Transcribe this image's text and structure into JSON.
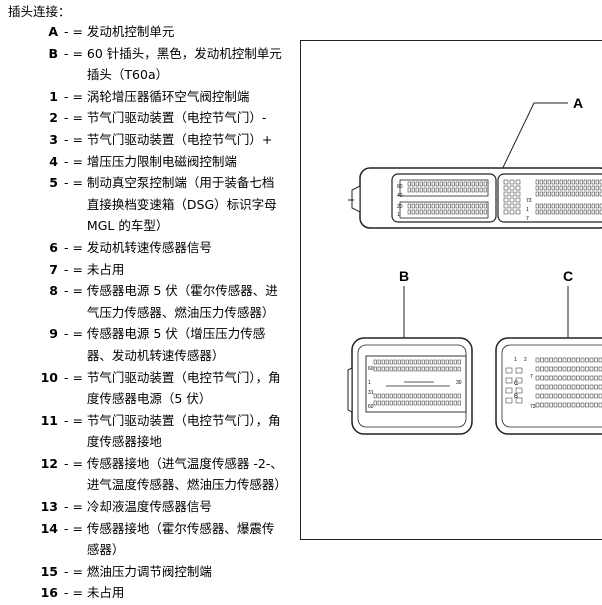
{
  "heading": "插头连接：",
  "separator": " - = ",
  "entries": [
    {
      "code": "A",
      "desc": "发动机控制单元"
    },
    {
      "code": "B",
      "desc": "60 针插头，黑色，发动机控制单元插头（T60a）"
    },
    {
      "code": "1",
      "desc": "涡轮增压器循环空气阀控制端"
    },
    {
      "code": "2",
      "desc": "节气门驱动装置（电控节气门）-"
    },
    {
      "code": "3",
      "desc": "节气门驱动装置（电控节气门）+"
    },
    {
      "code": "4",
      "desc": "增压压力限制电磁阀控制端"
    },
    {
      "code": "5",
      "desc": "制动真空泵控制端（用于装备七档直接换档变速箱（DSG）标识字母 MGL 的车型）"
    },
    {
      "code": "6",
      "desc": "发动机转速传感器信号"
    },
    {
      "code": "7",
      "desc": "未占用"
    },
    {
      "code": "8",
      "desc": "传感器电源 5 伏（霍尔传感器、进气压力传感器、燃油压力传感器）"
    },
    {
      "code": "9",
      "desc": "传感器电源 5 伏（增压压力传感器、发动机转速传感器）"
    },
    {
      "code": "10",
      "desc": "节气门驱动装置（电控节气门），角度传感器电源（5 伏）"
    },
    {
      "code": "11",
      "desc": "节气门驱动装置（电控节气门），角度传感器接地"
    },
    {
      "code": "12",
      "desc": "传感器接地（进气温度传感器 -2-、进气温度传感器、燃油压力传感器）"
    },
    {
      "code": "13",
      "desc": "冷却液温度传感器信号"
    },
    {
      "code": "14",
      "desc": "传感器接地（霍尔传感器、爆震传感器）"
    },
    {
      "code": "15",
      "desc": "燃油压力调节阀控制端"
    },
    {
      "code": "16",
      "desc": "未占用"
    }
  ],
  "figure": {
    "callouts": [
      "A",
      "B",
      "C"
    ],
    "pin_labels": {
      "top_left": [
        "60",
        "40",
        "20",
        "1"
      ],
      "top_right": [
        "73",
        "1",
        "7"
      ],
      "b_plug": [
        "60",
        "1",
        "30",
        "31",
        "60"
      ],
      "c_plug": [
        "1",
        "2",
        "7",
        "73"
      ],
      "c_side": [
        "C",
        "B",
        "C",
        "B"
      ]
    },
    "line_color": "#222222"
  }
}
